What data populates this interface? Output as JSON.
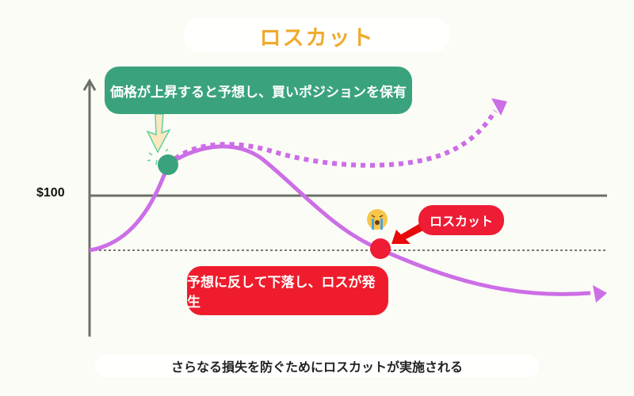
{
  "title": "ロスカット",
  "axis": {
    "y_label": "$100"
  },
  "annotations": {
    "buy_position": "価格が上昇すると予想し、買いポジションを保有",
    "losscut_tag": "ロスカット",
    "loss_occurs": "予想に反して下落し、ロスが発生"
  },
  "caption": "さらなる損失を防ぐためにロスカットが実施される",
  "icons": {
    "entry_arrow": "arrow-down-icon",
    "crying_face": "crying-face-icon",
    "losscut_arrow": "arrow-pointer-icon"
  },
  "colors": {
    "title": "#eeab2c",
    "curve": "#cc6ee6",
    "axis": "#6b7169",
    "entry_point": "#3aa37e",
    "losscut_point": "#ee1c34",
    "background": "#fcfcf6"
  },
  "chart_data": {
    "type": "line",
    "title": "ロスカット",
    "ylabel": "",
    "xlabel": "",
    "reference_lines": [
      {
        "label": "$100",
        "style": "solid"
      },
      {
        "label": "loss-cut level",
        "style": "dotted"
      }
    ],
    "series": [
      {
        "name": "expected (dotted)",
        "style": "dotted",
        "trend": "rise then continue upward"
      },
      {
        "name": "actual",
        "style": "solid",
        "trend": "rise above $100 then fall below loss-cut level"
      }
    ],
    "points": [
      {
        "name": "entry",
        "label": "価格が上昇すると予想し、買いポジションを保有"
      },
      {
        "name": "losscut",
        "label": "ロスカット"
      }
    ]
  }
}
